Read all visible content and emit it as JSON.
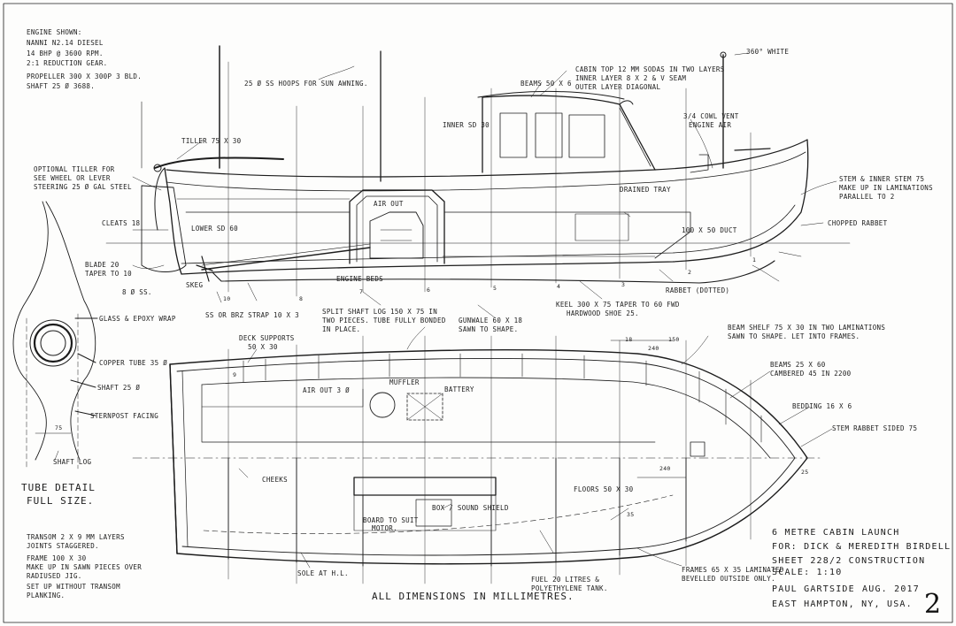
{
  "engine": {
    "heading": "Engine shown:",
    "model": "Nanni N2.14 Diesel",
    "power": "14 BHP @ 3600 RPM.",
    "gear": "2:1 reduction gear.",
    "propeller": "Propeller 300 x 300P 3 BLD.",
    "shaft": "Shaft 25 ø 3688."
  },
  "notes": {
    "hoops": "25 ø SS hoops for sun awning.",
    "tiller": "Tiller 75 x 30",
    "optional_tiller": [
      "Optional tiller for",
      "see wheel or lever",
      "steering 25 ø gal steel"
    ],
    "cleats": "Cleats 18",
    "blade": [
      "Blade 20",
      "taper to 10"
    ],
    "blade_thk": "8 ø SS.",
    "skeg": "Skeg",
    "strap": "SS or BRZ strap 10 x 3",
    "lower_sheer": "Lower SD 60",
    "air_out_top": "Air out",
    "engine_beds": "Engine beds",
    "deck_beam": "Beams 50 x 6",
    "cabin_top": [
      "Cabin top 12 mm sodas in two layers",
      "Inner layer 8 x 2 & V seam",
      "Outer layer diagonal"
    ],
    "inner_sd": "Inner SD 30",
    "vent": [
      "3/4 cowl vent",
      "engine air"
    ],
    "mast_light": "360° white",
    "drained_tray": "Drained tray",
    "stem": [
      "Stem & inner stem 75",
      "make up in laminations",
      "parallel to 2"
    ],
    "chopped_rabbet": "Chopped rabbet",
    "bow_duct": "100 x 50 duct",
    "rabbet": "Rabbet (dotted)",
    "keel": [
      "Keel 300 x 75 taper to 60 fwd",
      "hardwood shoe 25."
    ],
    "shaft_log": [
      "Split shaft log 150 x 75 in",
      "two pieces. Tube fully bonded",
      "in place."
    ],
    "gunwale": [
      "Gunwale 60 x 18",
      "sawn to shape."
    ],
    "beam_shelf": [
      "Beam shelf 75 x 30 in two laminations",
      "sawn to shape. Let into frames."
    ],
    "deck_supports": [
      "Deck supports",
      "50 x 30"
    ],
    "air_out_3": "Air out 3 ø",
    "muffler": "Muffler",
    "battery": "Battery",
    "beams_plan": [
      "Beams 25 x 60",
      "cambered 45 in 2200"
    ],
    "bedding": "Bedding 16 x 6",
    "stem_rabbet": "Stem rabbet sided 75",
    "glass_epoxy": "Glass & epoxy wrap",
    "copper_tube": "Copper tube 35 ø",
    "shaft_25": "Shaft 25 ø",
    "sternpost": "Sternpost facing",
    "shaft_log_lbl": "Shaft log",
    "tube_detail": [
      "Tube detail",
      "full size."
    ],
    "transom": [
      "Transom 2 x 9 mm layers",
      "joints staggered."
    ],
    "frame": [
      "Frame 100 x 30",
      "make up in sawn pieces over",
      "radiused jig.",
      "Set up without transom",
      "planking."
    ],
    "cheeks": "Cheeks",
    "board_to_suit": [
      "Board to suit",
      "motor."
    ],
    "box_sound": "Box / sound shield",
    "floor_beams": "Floors 50 x 30",
    "fuel_tank": [
      "Fuel 20 litres &",
      "polyethylene tank."
    ],
    "frames_laminated": [
      "Frames 65 x 35 laminated",
      "bevelled outside only."
    ],
    "sole": "Sole at H.L.",
    "dims_note": "All dimensions in millimetres."
  },
  "title_block": {
    "name": "6 Metre Cabin Launch",
    "for": "For: Dick & Meredith Birdell",
    "sheet": "Sheet 228/2 Construction",
    "scale": "Scale: 1:10",
    "designer": "Paul Gartside",
    "date": "Aug. 2017",
    "location": "East Hampton, NY, USA.",
    "sheet_number": "2"
  },
  "stations": [
    "10",
    "9",
    "8",
    "7",
    "6",
    "5",
    "4",
    "3",
    "2",
    "1"
  ],
  "dimensions": {
    "d1": "75",
    "d2": "25",
    "d3": "240",
    "d4": "35",
    "d5": "18",
    "d6": "150",
    "d7": "240"
  },
  "colors": {
    "ink": "#1c1c1c",
    "paper": "#fdfdfc"
  }
}
